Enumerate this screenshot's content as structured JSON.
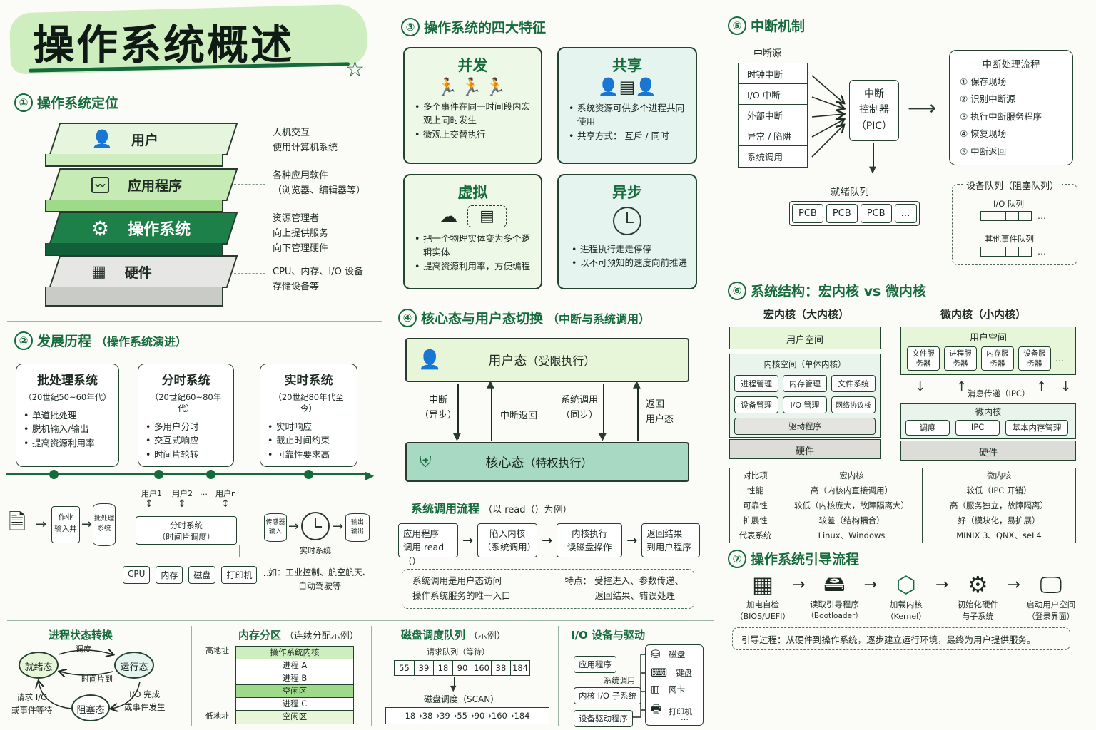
{
  "title": "操作系统概述",
  "s1": {
    "num": "①",
    "heading": "操作系统定位",
    "layers": [
      "用户",
      "应用程序",
      "操作系统",
      "硬件"
    ],
    "notes": [
      [
        "人机交互",
        "使用计算机系统"
      ],
      [
        "各种应用软件",
        "（浏览器、编辑器等）"
      ],
      [
        "资源管理者",
        "向上提供服务",
        "向下管理硬件"
      ],
      [
        "CPU、内存、I/O 设备",
        "存储设备等"
      ]
    ]
  },
  "s2": {
    "num": "②",
    "heading": "发展历程",
    "heading_sub": "（操作系统演进）",
    "eras": [
      {
        "name": "批处理系统",
        "years": "（20世纪50~60年代）",
        "items": [
          "单道批处理",
          "脱机输入/输出",
          "提高资源利用率"
        ]
      },
      {
        "name": "分时系统",
        "years": "（20世纪60~80年代）",
        "items": [
          "多用户分时",
          "交互式响应",
          "时间片轮转"
        ]
      },
      {
        "name": "实时系统",
        "years": "（20世纪80年代至今）",
        "items": [
          "实时响应",
          "截止时间约束",
          "可靠性要求高"
        ]
      }
    ],
    "batch": {
      "job": [
        "作业",
        "输入井"
      ],
      "sys": [
        "批处理",
        "系统"
      ]
    },
    "ts": {
      "users": [
        "用户1",
        "用户2",
        "…",
        "用户n"
      ],
      "core": [
        "分时系统",
        "（时间片调度）"
      ],
      "res": [
        "CPU",
        "内存",
        "磁盘",
        "打印机",
        "…"
      ]
    },
    "rt": {
      "in": [
        "传感器",
        "输入"
      ],
      "out": [
        "输出",
        "输出"
      ],
      "label": "实时系统",
      "example": [
        "如：工业控制、航空航天、",
        "自动驾驶等"
      ]
    }
  },
  "s3": {
    "num": "③",
    "heading": "操作系统的四大特征",
    "cards": [
      {
        "name": "并发",
        "items": [
          "多个事件在同一时间段内宏观上同时发生",
          "微观上交替执行"
        ]
      },
      {
        "name": "共享",
        "items": [
          "系统资源可供多个进程共同使用",
          "共享方式：  互斥 / 同时"
        ]
      },
      {
        "name": "虚拟",
        "items": [
          "把一个物理实体变为多个逻辑实体",
          "提高资源利用率，方便编程"
        ]
      },
      {
        "name": "异步",
        "items": [
          "进程执行走走停停",
          "以不可预知的速度向前推进"
        ]
      }
    ]
  },
  "s4": {
    "num": "④",
    "heading": "核心态与用户态切换",
    "heading_sub": "（中断与系统调用）",
    "user": "用户态",
    "user_sub": "（受限执行）",
    "kernel": "核心态",
    "kernel_sub": "（特权执行）",
    "arrows": [
      [
        "中断",
        "（异步）"
      ],
      [
        "中断返回"
      ],
      [
        "系统调用",
        "（同步）"
      ],
      [
        "返回",
        "用户态"
      ]
    ],
    "flow_title": "系统调用流程",
    "flow_sub": "（以 read（）为例）",
    "flow": [
      [
        "应用程序",
        "调用 read（）"
      ],
      [
        "陷入内核",
        "（系统调用）"
      ],
      [
        "内核执行",
        "读磁盘操作"
      ],
      [
        "返回结果",
        "到用户程序"
      ]
    ],
    "note_left": [
      "系统调用是用户态访问",
      "操作系统服务的唯一入口"
    ],
    "note_right": [
      "特点：  受控进入、参数传递、",
      "返回结果、错误处理"
    ]
  },
  "s5": {
    "num": "⑤",
    "heading": "中断机制",
    "src_title": "中断源",
    "sources": [
      "时钟中断",
      "I/O 中断",
      "外部中断",
      "异常 / 陷阱",
      "系统调用"
    ],
    "pic": [
      "中断",
      "控制器",
      "（PIC）"
    ],
    "flow_title": "中断处理流程",
    "flow": [
      "① 保存现场",
      "② 识别中断源",
      "③ 执行中断服务程序",
      "④ 恢复现场",
      "⑤ 中断返回"
    ],
    "ready_title": "就绪队列",
    "ready": [
      "PCB",
      "PCB",
      "PCB",
      "…"
    ],
    "dev_title": "设备队列（阻塞队列）",
    "dev_rows": [
      "I/O 队列",
      "其他事件队列"
    ]
  },
  "s6": {
    "num": "⑥",
    "heading": "系统结构：宏内核 vs 微内核",
    "macro_title": "宏内核（大内核）",
    "micro_title": "微内核（小内核）",
    "macro": {
      "user": "用户空间",
      "kspace": "内核空间（单体内核）",
      "mods": [
        "进程管理",
        "内存管理",
        "文件系统",
        "设备管理",
        "I/O 管理",
        "网络协议栈"
      ],
      "drv": "驱动程序",
      "hw": "硬件"
    },
    "micro": {
      "user": "用户空间",
      "servers": [
        "文件服务器",
        "进程服务器",
        "内存服务器",
        "设备服务器",
        "…"
      ],
      "ipc": "消息传递（IPC）",
      "kernel": "微内核",
      "mods": [
        "调度",
        "IPC",
        "基本内存管理"
      ],
      "hw": "硬件"
    },
    "table": {
      "header": [
        "对比项",
        "宏内核",
        "微内核"
      ],
      "rows": [
        [
          "性能",
          "高（内核内直接调用）",
          "较低（IPC 开销）"
        ],
        [
          "可靠性",
          "较低（内核庞大，故障隔离大）",
          "高（服务独立，故障隔离）"
        ],
        [
          "扩展性",
          "较差（结构耦合）",
          "好（模块化，易扩展）"
        ],
        [
          "代表系统",
          "Linux、Windows",
          "MINIX 3、QNX、seL4"
        ]
      ]
    }
  },
  "s7": {
    "num": "⑦",
    "heading": "操作系统引导流程",
    "steps": [
      [
        "加电自检",
        "（BIOS/UEFI）"
      ],
      [
        "读取引导程序",
        "（Bootloader）"
      ],
      [
        "加载内核",
        "（Kernel）"
      ],
      [
        "初始化硬件",
        "与子系统"
      ],
      [
        "启动用户空间",
        "（登录界面）"
      ]
    ],
    "note": "引导过程：从硬件到操作系统，逐步建立运行环境，最终为用户提供服务。"
  },
  "proc": {
    "title": "进程状态转换",
    "ready": "就绪态",
    "running": "运行态",
    "blocked": "阻塞态",
    "sched": "调度",
    "slice": "时间片到",
    "wait": [
      "请求 I/O",
      "或事件等待"
    ],
    "done": [
      "I/O 完成",
      "或事件发生"
    ]
  },
  "mem": {
    "title": "内存分区",
    "title_sub": "（连续分配示例）",
    "high": "高地址",
    "low": "低地址",
    "parts": [
      "操作系统内核",
      "进程 A",
      "进程 B",
      "空闲区",
      "进程 C",
      "空闲区"
    ]
  },
  "disk": {
    "title": "磁盘调度队列",
    "title_sub": "（示例）",
    "req_title": "请求队列（等待）",
    "req": [
      "55",
      "39",
      "18",
      "90",
      "160",
      "38",
      "184"
    ],
    "algo": "磁盘调度（SCAN）",
    "order": [
      "18",
      "38",
      "39",
      "55",
      "90",
      "160",
      "184"
    ]
  },
  "io": {
    "title": "I/O 设备与驱动",
    "app": "应用程序",
    "call": "系统调用",
    "sub": "内核 I/O 子系统",
    "drv": "设备驱动程序",
    "devices": [
      "磁盘",
      "键盘",
      "网卡",
      "打印机",
      "…"
    ]
  }
}
